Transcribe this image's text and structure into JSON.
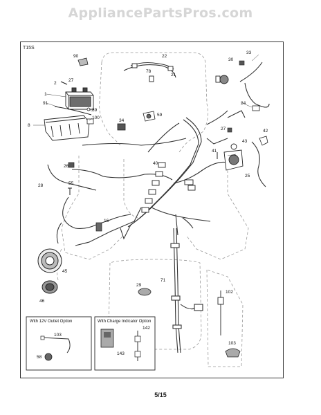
{
  "header": {
    "site_title": "AppliancePartsPros.com"
  },
  "diagram": {
    "code": "T15S",
    "labels": {
      "p90": "90",
      "p27": "27",
      "p2": "2",
      "p1": "1",
      "p91": "91",
      "p89": "89",
      "p100": "100",
      "p8": "8",
      "p22": "22",
      "p78": "78",
      "p21": "21",
      "p30": "30",
      "p33": "33",
      "p24": "24",
      "p59": "59",
      "p34": "34",
      "p27b": "27",
      "p42": "42",
      "p43": "43",
      "p41": "41",
      "p26": "26",
      "p40": "40",
      "p25": "25",
      "p28": "28",
      "p55": "55",
      "p16": "16",
      "p45": "45",
      "p46": "46",
      "p29": "29",
      "p71": "71",
      "p102": "102",
      "p103": "103",
      "p103b": "103",
      "p142": "142",
      "p143": "143",
      "p58": "58"
    },
    "options": {
      "outlet_title": "With 12V Outlet Option",
      "charge_title": "With Charge Indicator Option"
    }
  },
  "footer": {
    "page": "5/15"
  }
}
